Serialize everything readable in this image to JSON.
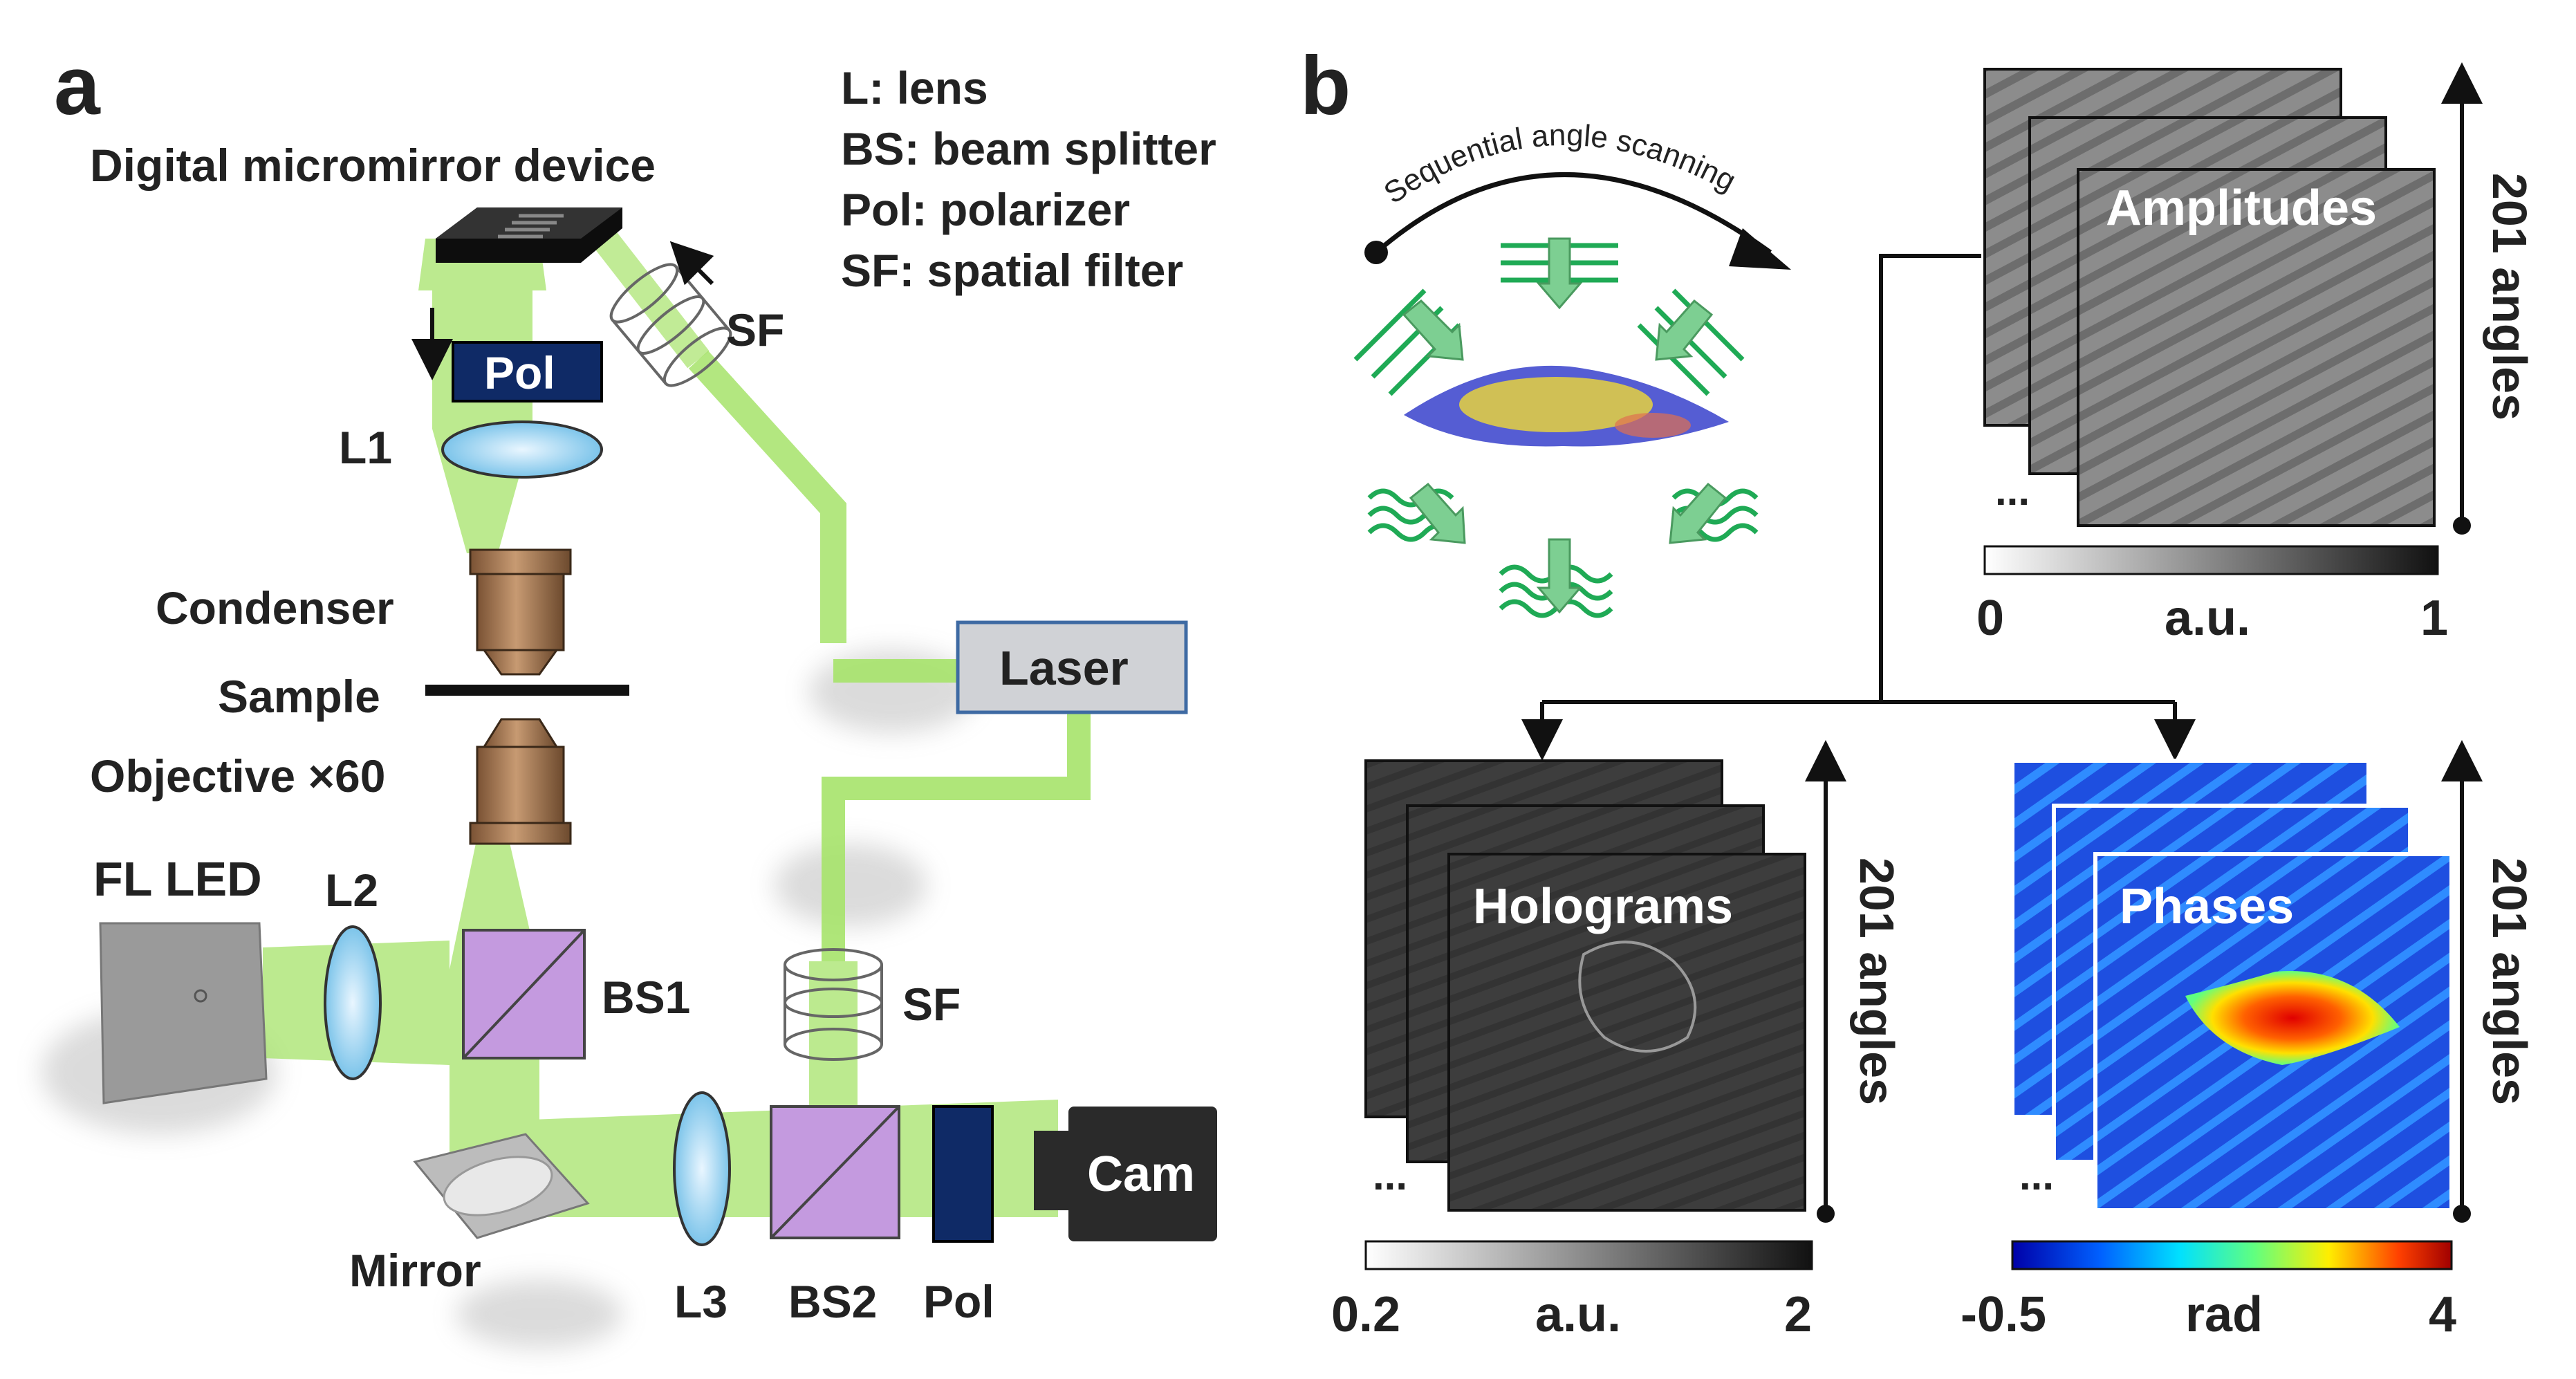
{
  "panel_a": {
    "panel_label": "a",
    "legend": [
      "L: lens",
      "BS: beam splitter",
      "Pol: polarizer",
      "SF: spatial filter"
    ],
    "labels": {
      "dmd": "Digital micromirror device",
      "pol_top": "Pol",
      "sf_top": "SF",
      "l1": "L1",
      "condenser": "Condenser",
      "sample": "Sample",
      "objective": "Objective ×60",
      "fl_led": "FL LED",
      "l2": "L2",
      "bs1": "BS1",
      "laser": "Laser",
      "sf_bottom": "SF",
      "mirror": "Mirror",
      "l3": "L3",
      "bs2": "BS2",
      "pol_bottom": "Pol",
      "cam": "Cam"
    }
  },
  "panel_b": {
    "panel_label": "b",
    "scan_label": "Sequential angle scanning",
    "amplitudes": {
      "title": "Amplitudes",
      "count": "201 angles",
      "ellipsis": "...",
      "cbar_min": "0",
      "cbar_unit": "a.u.",
      "cbar_max": "1"
    },
    "holograms": {
      "title": "Holograms",
      "count": "201 angles",
      "ellipsis": "...",
      "cbar_min": "0.2",
      "cbar_unit": "a.u.",
      "cbar_max": "2"
    },
    "phases": {
      "title": "Phases",
      "count": "201 angles",
      "ellipsis": "...",
      "cbar_min": "-0.5",
      "cbar_unit": "rad",
      "cbar_max": "4"
    }
  },
  "colors": {
    "beam": "#a6e36a",
    "lens": "#bfe0f5",
    "bs": "#c49adf",
    "pol": "#0f2a66",
    "brass": "#a67a55",
    "green_wave": "#1faa55",
    "phase_bg": "#1e4fe0"
  }
}
